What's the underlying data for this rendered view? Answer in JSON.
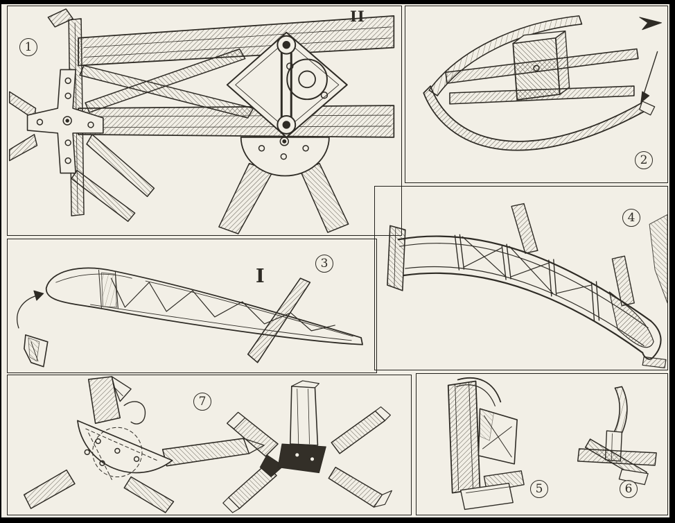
{
  "page": {
    "kind": "engraved-technical-plate",
    "background_color": "#f2efe6",
    "ink_color": "#2e2b25",
    "frame_color": "#000000"
  },
  "figures": [
    {
      "label": "1",
      "name": "spar-and-metal-fitting-assembly"
    },
    {
      "label": "2",
      "name": "wingtip-bow-assembly"
    },
    {
      "label": "3",
      "name": "wing-rib-with-cross-spar"
    },
    {
      "label": "4",
      "name": "tapered-wing-frame"
    },
    {
      "label": "5",
      "name": "strut-end-fitting"
    },
    {
      "label": "6",
      "name": "small-joint-fitting"
    },
    {
      "label": "7",
      "name": "cross-joint-fittings"
    }
  ],
  "annotations": {
    "mark_i": "I",
    "mark_ii": "II"
  }
}
